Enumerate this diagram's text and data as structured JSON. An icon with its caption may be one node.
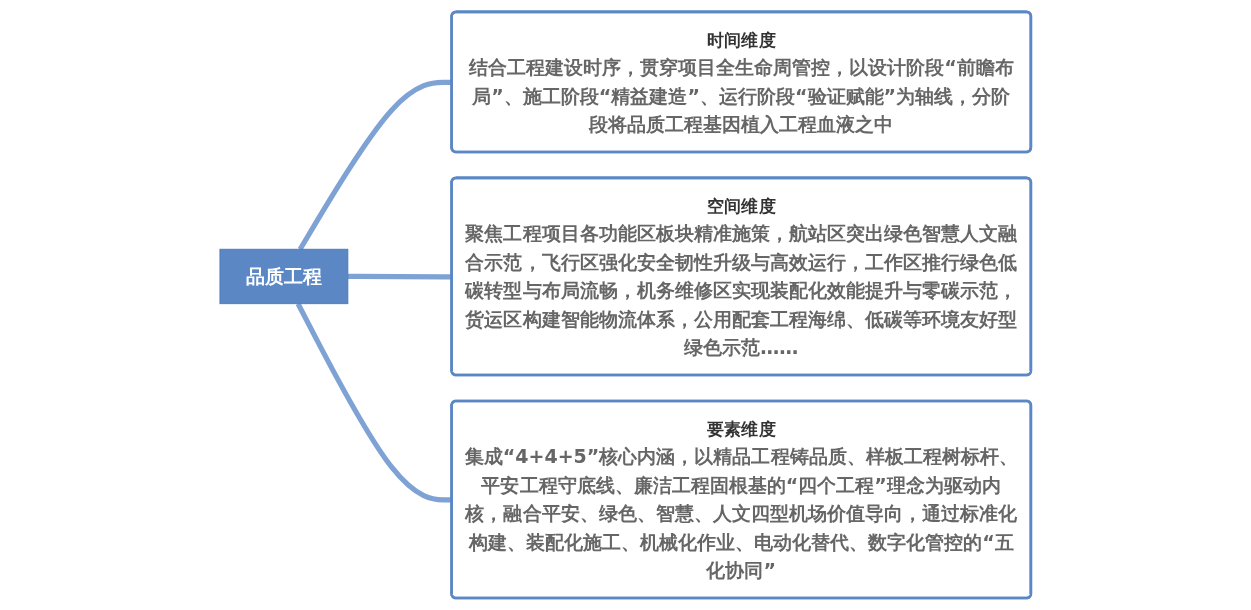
{
  "diagram": {
    "nodes": [
      {
        "text": [
          "品质工程"
        ]
      },
      {
        "text": [
          "时间维度",
          "结合工程建设时序，贯穿项目全生命周管控，以设计阶段“前瞻布局”、施工阶段“精益建造”、运行阶段“验证赋能”为轴线，分阶段将品质工程基因植入工程血液之中"
        ]
      },
      {
        "text": [
          "空间维度",
          "聚焦工程项目各功能区板块精准施策，航站区突出绿色智慧人文融合示范，飞行区强化安全韧性升级与高效运行，工作区推行绿色低碳转型与布局流畅，机务维修区实现装配化效能提升与零碳示范，货运区构建智能物流体系，公用配套工程海绵、低碳等环境友好型绿色示范……"
        ]
      },
      {
        "text": [
          "要素维度",
          "集成“4+4+5”核心内涵，以精品工程铸品质、样板工程树标杆、平安工程守底线、廉洁工程固根基的“四个工程”理念为驱动内核，融合平安、绿色、智慧、人文四型机场价值导向，通过标准化构建、装配化施工、机械化作业、电动化替代、数字化管控的“五化协同”"
        ]
      }
    ],
    "edges": [
      {
        "from": 0,
        "to": 1,
        "arrow": "none"
      },
      {
        "from": 0,
        "to": 2,
        "arrow": "none"
      },
      {
        "from": 0,
        "to": 3,
        "arrow": "none"
      }
    ]
  }
}
